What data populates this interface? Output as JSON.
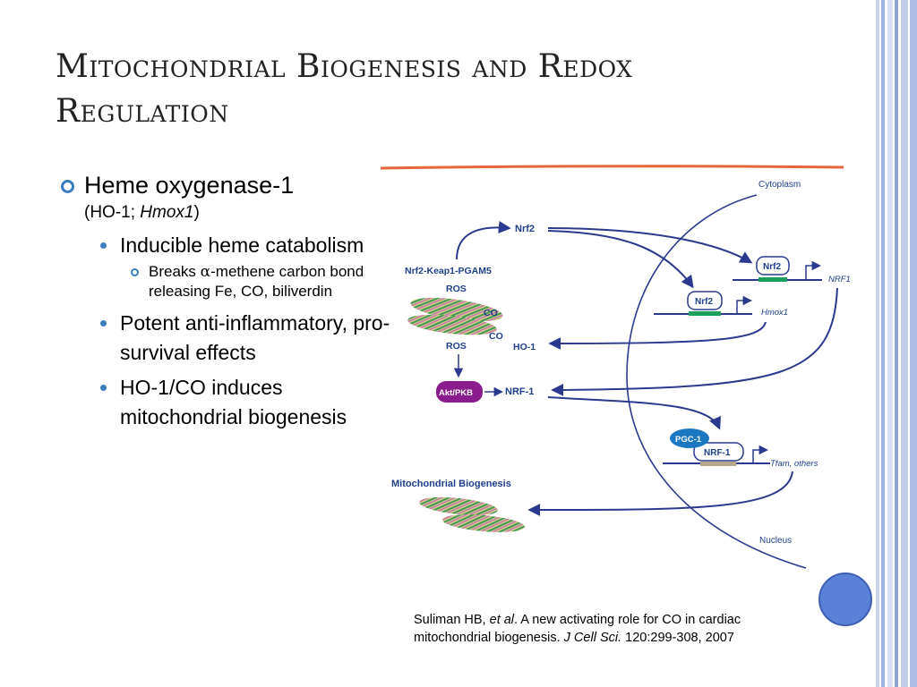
{
  "title": {
    "line1": "Mitochondrial Biogenesis and Redox",
    "line2": "Regulation"
  },
  "bullets": {
    "main": {
      "text": "Heme oxygenase-1",
      "sub_prefix": "(HO-1; ",
      "sub_italic": "Hmox1",
      "sub_suffix": ")"
    },
    "level2": [
      {
        "text": "Inducible heme catabolism"
      },
      {
        "text": "Potent anti-inflammatory, pro-survival effects"
      },
      {
        "text": "HO-1/CO induces mitochondrial biogenesis"
      }
    ],
    "level3": {
      "prefix": "Breaks ",
      "symbol": "α",
      "rest": "-methene carbon bond releasing Fe, CO, biliverdin"
    }
  },
  "figure": {
    "cytoplasm": "Cytoplasm",
    "nucleus": "Nucleus",
    "nrf2_top": "Nrf2",
    "nrf2_keap": "Nrf2-Keap1-PGAM5",
    "ros_1": "ROS",
    "co_1": "CO",
    "co_2": "CO",
    "ros_2": "ROS",
    "ho1": "HO-1",
    "akt": "Akt/PKB",
    "nrf1_left": "NRF-1",
    "box_nrf2_a": "Nrf2",
    "gene_nrf1": "NRF1",
    "box_nrf2_b": "Nrf2",
    "gene_hmox1": "Hmox1",
    "pgc1": "PGC-1",
    "box_nrf1": "NRF-1",
    "gene_tfam": "Tfam, others",
    "mito_biogenesis": "Mitochondrial Biogenesis"
  },
  "citation": {
    "author": "Suliman HB, ",
    "etal": "et al",
    "text": ". A new activating role for CO in cardiac mitochondrial biogenesis. ",
    "journal": "J Cell Sci.",
    "volume": " 120:299-308, 2007"
  },
  "colors": {
    "title": "#222222",
    "bullet": "#3a7ec0",
    "arrow": "#2b3a8e",
    "label": "#1f3e8c",
    "akt": "#8b1c8e",
    "pgc": "#1b78c0",
    "orange_line": "#e4663a",
    "green_bar": "#1aa05a",
    "decor_circle": "#5b80d8"
  }
}
